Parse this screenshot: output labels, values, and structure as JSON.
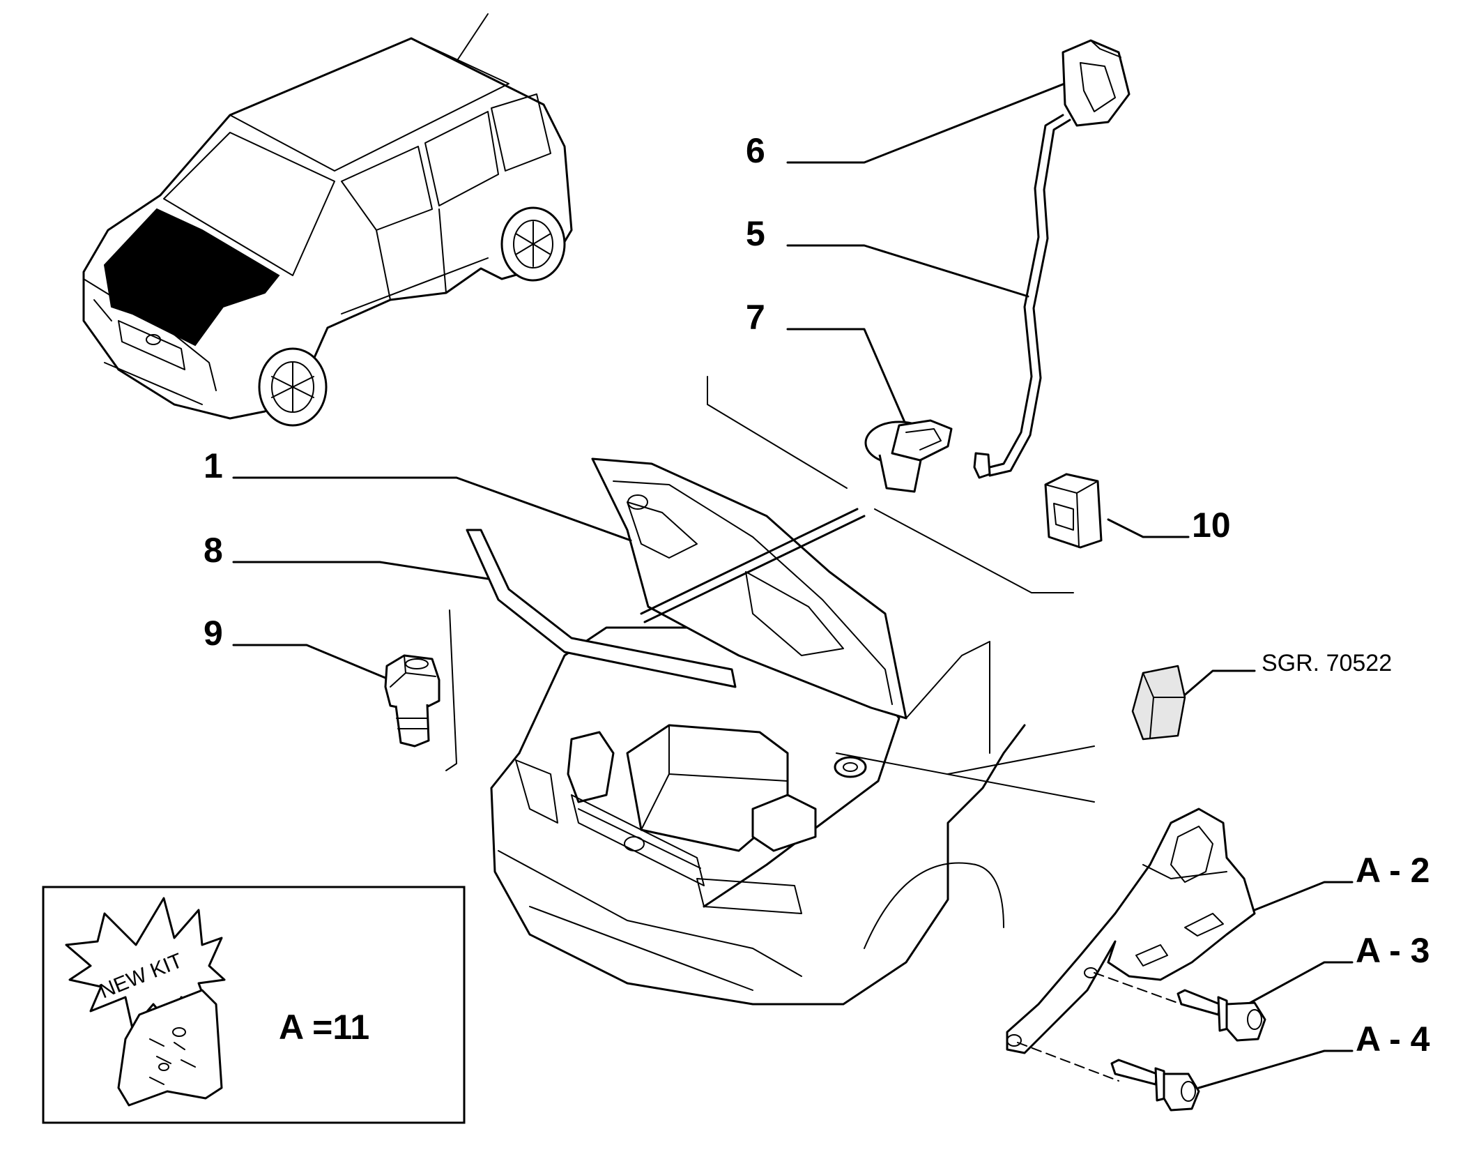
{
  "diagram": {
    "reference": "SGR. 70522",
    "callouts": {
      "c1": "1",
      "c5": "5",
      "c6": "6",
      "c7": "7",
      "c8": "8",
      "c9": "9",
      "c10": "10",
      "a2": "A - 2",
      "a3": "A - 3",
      "a4": "A - 4"
    },
    "kit": {
      "badge": "NEW KIT",
      "formula": "A =11"
    }
  }
}
